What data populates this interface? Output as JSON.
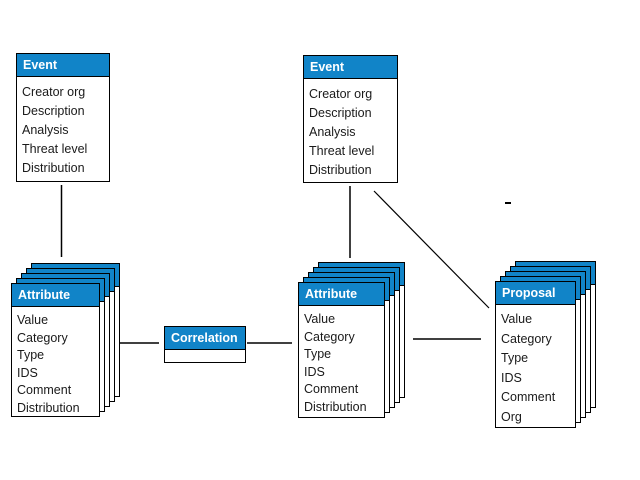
{
  "diagram": {
    "background_color": "#ffffff",
    "accent_color": "#1184c8",
    "border_color": "#000000",
    "header_text_color": "#ffffff",
    "body_text_color": "#1a1a1a",
    "entities": [
      {
        "id": "event-left",
        "label": "Event",
        "stacked": false,
        "fields": [
          "Creator org",
          "Description",
          "Analysis",
          "Threat level",
          "Distribution"
        ]
      },
      {
        "id": "event-middle",
        "label": "Event",
        "stacked": false,
        "fields": [
          "Creator org",
          "Description",
          "Analysis",
          "Threat level",
          "Distribution"
        ]
      },
      {
        "id": "attribute-left",
        "label": "Attribute",
        "stacked": true,
        "fields": [
          "Value",
          "Category",
          "Type",
          "IDS",
          "Comment",
          "Distribution"
        ]
      },
      {
        "id": "attribute-middle",
        "label": "Attribute",
        "stacked": true,
        "fields": [
          "Value",
          "Category",
          "Type",
          "IDS",
          "Comment",
          "Distribution"
        ]
      },
      {
        "id": "proposal",
        "label": "Proposal",
        "stacked": true,
        "fields": [
          "Value",
          "Category",
          "Type",
          "IDS",
          "Comment",
          "Org"
        ]
      },
      {
        "id": "correlation",
        "label": "Correlation",
        "stacked": false,
        "fields": []
      }
    ],
    "connections": [
      {
        "from": "event-left",
        "to": "attribute-left",
        "style": "vertical"
      },
      {
        "from": "event-middle",
        "to": "attribute-middle",
        "style": "vertical"
      },
      {
        "from": "attribute-left",
        "to": "correlation",
        "style": "horizontal"
      },
      {
        "from": "correlation",
        "to": "attribute-middle",
        "style": "horizontal"
      },
      {
        "from": "attribute-middle",
        "to": "proposal",
        "style": "horizontal"
      },
      {
        "from": "event-middle",
        "to": "proposal",
        "style": "diagonal"
      }
    ]
  }
}
